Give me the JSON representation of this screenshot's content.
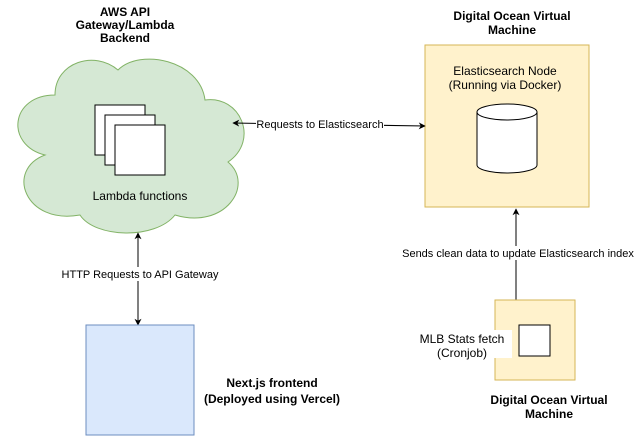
{
  "labels": {
    "aws_title": [
      "AWS API",
      "Gateway/Lambda",
      "Backend"
    ],
    "lambda_functions": "Lambda functions",
    "do_top_title": [
      "Digital Ocean Virtual",
      "Machine"
    ],
    "es_node": [
      "Elasticsearch Node",
      "(Running via Docker)"
    ],
    "requests_to_es": "Requests to Elasticsearch",
    "http_requests": "HTTP Requests to API Gateway",
    "sends_clean_data": "Sends clean data to update Elasticsearch index",
    "mlb_fetch": [
      "MLB Stats fetch",
      "(Cronjob)"
    ],
    "do_bottom_title": [
      "Digital Ocean Virtual",
      "Machine"
    ],
    "nextjs": [
      "Next.js frontend",
      "(Deployed using Vercel)"
    ]
  },
  "colors": {
    "cloud_fill": "#d5e8d4",
    "cloud_stroke": "#82b366",
    "vm_fill": "#fff2cc",
    "vm_stroke": "#d6b656",
    "frontend_fill": "#dae8fc",
    "frontend_stroke": "#6c8ebf"
  }
}
